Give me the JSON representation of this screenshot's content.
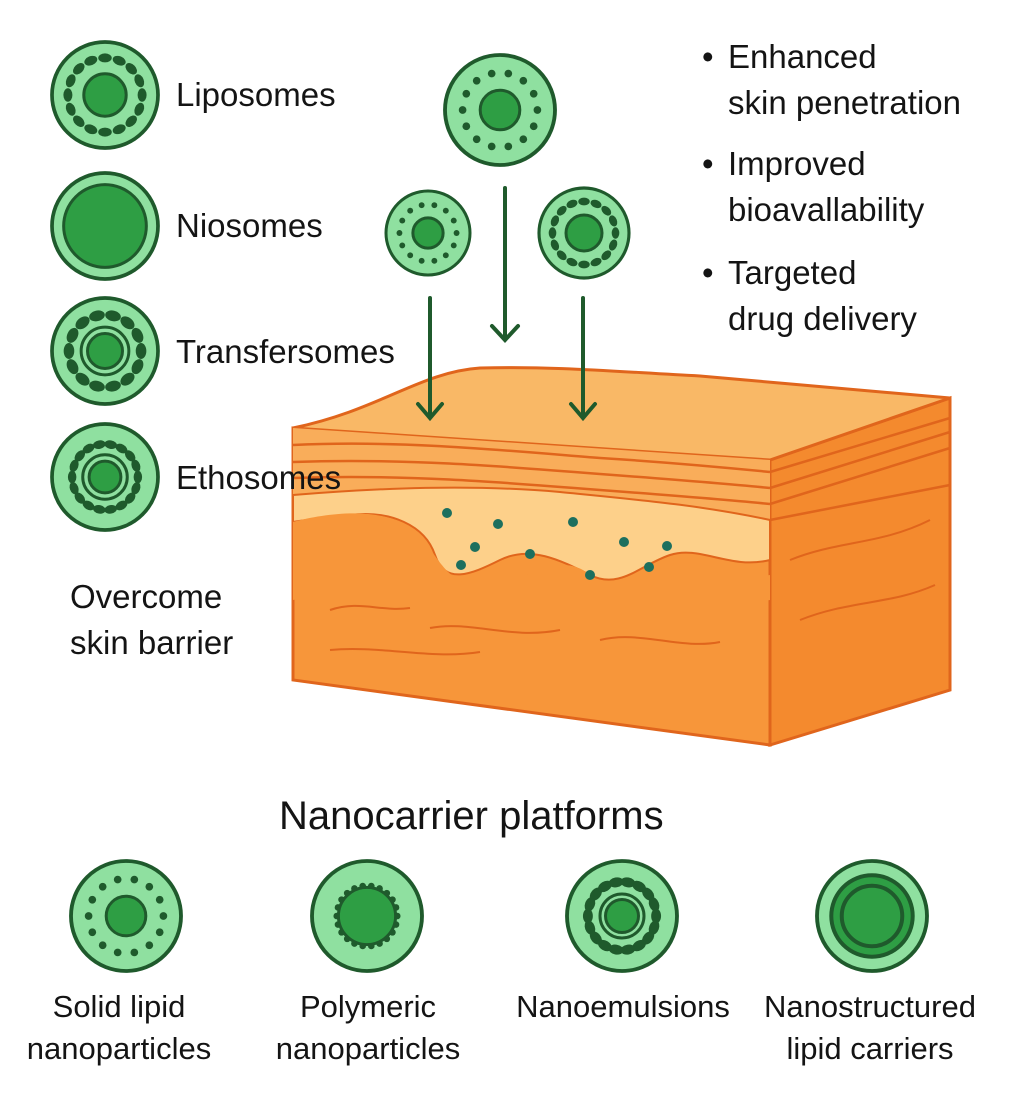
{
  "carrier_types": [
    {
      "label": "Liposomes",
      "icon": "liposome-icon"
    },
    {
      "label": "Niosomes",
      "icon": "niosome-icon"
    },
    {
      "label": "Transfersomes",
      "icon": "transfersome-icon"
    },
    {
      "label": "Ethosomes",
      "icon": "ethosome-icon"
    }
  ],
  "benefits": [
    {
      "line1": "Enhanced",
      "line2": "skin penetration"
    },
    {
      "line1": "Improved",
      "line2": "bioavallability"
    },
    {
      "line1": "Targeted",
      "line2": "drug delivery"
    }
  ],
  "bullet_glyph": "•",
  "barrier_text": {
    "line1": "Overcome",
    "line2": "skin barrier"
  },
  "section_title": "Nanocarrier platforms",
  "platforms": [
    {
      "line1": "Solid lipid",
      "line2": "nanoparticles",
      "icon": "solid-lipid-nanoparticle-icon"
    },
    {
      "line1": "Polymeric",
      "line2": "nanoparticles",
      "icon": "polymeric-nanoparticle-icon"
    },
    {
      "line1": "Nanoemulsions",
      "line2": "",
      "icon": "nanoemulsion-icon"
    },
    {
      "line1": "Nanostructured",
      "line2": "lipid carriers",
      "icon": "nanostructured-lipid-carrier-icon"
    }
  ],
  "colors": {
    "carrier_fill": "#8fe0a0",
    "carrier_outline": "#1f5a2c",
    "carrier_core": "#2e9e44",
    "arrow": "#1f5a2c",
    "skin_top": "#f9b866",
    "skin_light": "#fdd08a",
    "skin_mid": "#f7963a",
    "skin_deep": "#f27a25",
    "skin_line": "#e0651c",
    "drug_dot": "#1d6f5e"
  }
}
